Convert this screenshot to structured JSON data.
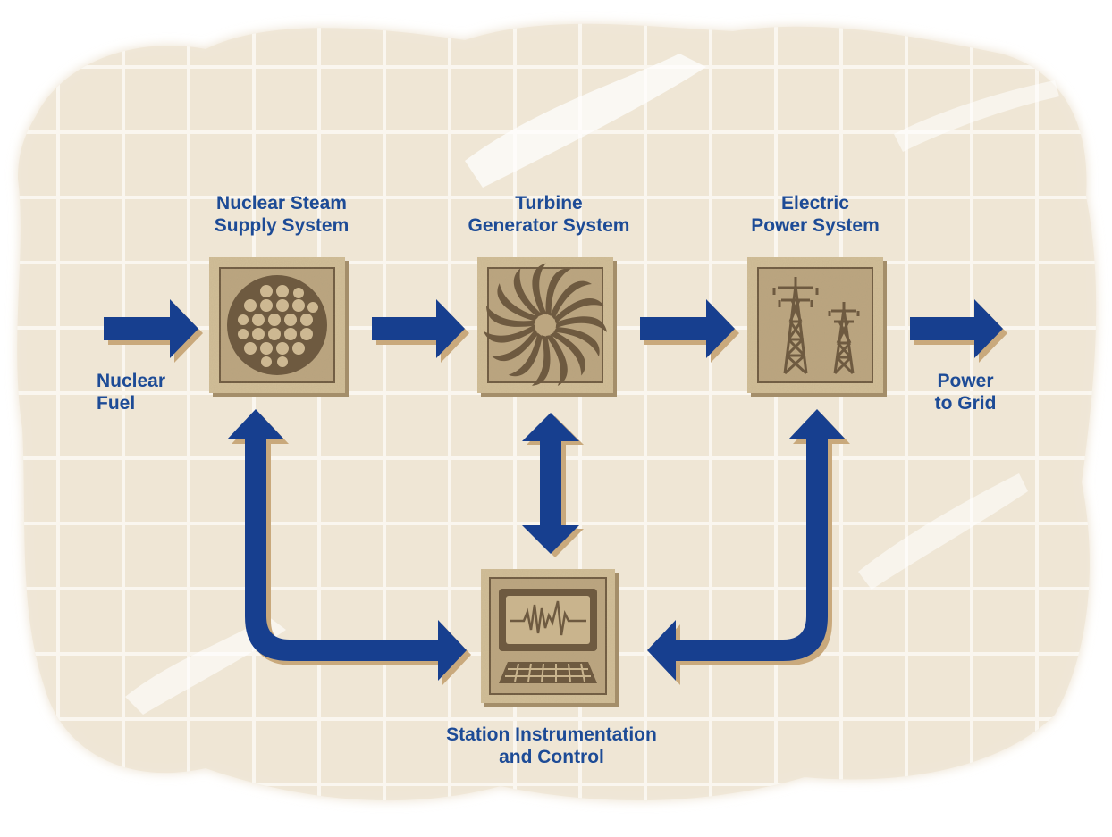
{
  "diagram": {
    "nodes": {
      "nsss": {
        "title_line1": "Nuclear Steam",
        "title_line2": "Supply System",
        "icon": "reactor-core-icon"
      },
      "turbine": {
        "title_line1": "Turbine",
        "title_line2": "Generator System",
        "icon": "turbine-fan-icon"
      },
      "electric": {
        "title_line1": "Electric",
        "title_line2": "Power System",
        "icon": "power-tower-icon"
      },
      "station": {
        "title_line1": "Station Instrumentation",
        "title_line2": "and Control",
        "icon": "monitor-keyboard-icon"
      }
    },
    "input": {
      "line1": "Nuclear",
      "line2": "Fuel"
    },
    "output": {
      "line1": "Power",
      "line2": "to Grid"
    },
    "colors": {
      "arrow": "#173f8f",
      "arrow_shadow": "#c9a97c",
      "box_frame": "#c8b38c",
      "box_inner": "#b59e78",
      "icon": "#6e5a40",
      "label": "#1d4b96",
      "grid_bg": "#efe6d6",
      "grid_line": "#ffffff"
    }
  }
}
